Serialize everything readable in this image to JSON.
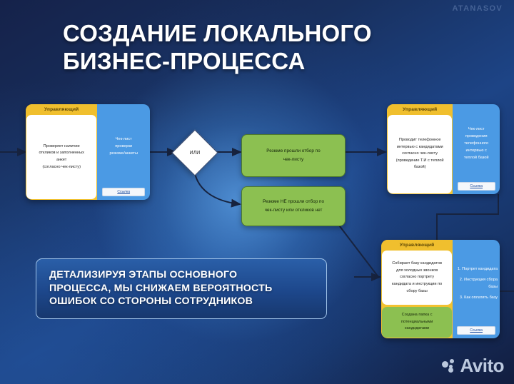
{
  "watermark": "ATANASOV",
  "title": {
    "line1": "СОЗДАНИЕ ЛОКАЛЬНОГО",
    "line2": "БИЗНЕС-ПРОЦЕССА"
  },
  "diagram": {
    "decision": {
      "label": "ИЛИ"
    },
    "cards": [
      {
        "id": "card-check-resumes",
        "role": "Управляющий",
        "task_lines": [
          "Проверяет наличие",
          "откликов и заполненных",
          "анкет",
          "(согласно чек-листу)"
        ],
        "resource_lines": [
          "Чек-лист",
          "проверки",
          "резюме/анкеты"
        ],
        "link_label": "Ссылка"
      },
      {
        "id": "card-phone-interview",
        "role": "Управляющий",
        "task_lines": [
          "Проводит телефонное",
          "интервью с кандидатами",
          "согласно чек-листу",
          "(проведение Т.И с теплой",
          "базой)"
        ],
        "resource_lines": [
          "Чек-лист",
          "проведения",
          "телефонного",
          "интервью с",
          "теплой базой"
        ],
        "link_label": "Ссылка"
      },
      {
        "id": "card-cold-base",
        "role": "Управляющий",
        "task_lines": [
          "Собирает базу кандидатов",
          "для холодных звонков",
          "согласно портрету",
          "кандидата и инструкции по",
          "сбору базы"
        ],
        "result_lines": [
          "Создана папка с",
          "потенциальными",
          "кандидатами"
        ],
        "resource_items": [
          "1. Портрет кандидата",
          "2. Инструкция сбора базы",
          "3. Как оплатить базу"
        ],
        "link_label": "Ссылка"
      }
    ],
    "outcomes": [
      {
        "id": "outcome-passed",
        "lines": [
          "Резюме прошли отбор по",
          "чек-листу"
        ]
      },
      {
        "id": "outcome-failed",
        "lines": [
          "Резюме НЕ прошли отбор по",
          "чек-листу или откликов нет"
        ]
      }
    ]
  },
  "callout": {
    "lines": [
      "ДЕТАЛИЗИРУЯ ЭТАПЫ ОСНОВНОГО",
      "ПРОЦЕССА, МЫ СНИЖАЕМ ВЕРОЯТНОСТЬ",
      "ОШИБОК СО СТОРОНЫ СОТРУДНИКОВ"
    ]
  },
  "brand": {
    "name": "Avito"
  },
  "colors": {
    "accent_yellow": "#f0bf2e",
    "accent_blue": "#4b9ae4",
    "accent_green": "#8cc051",
    "bg_navy": "#15224a"
  }
}
